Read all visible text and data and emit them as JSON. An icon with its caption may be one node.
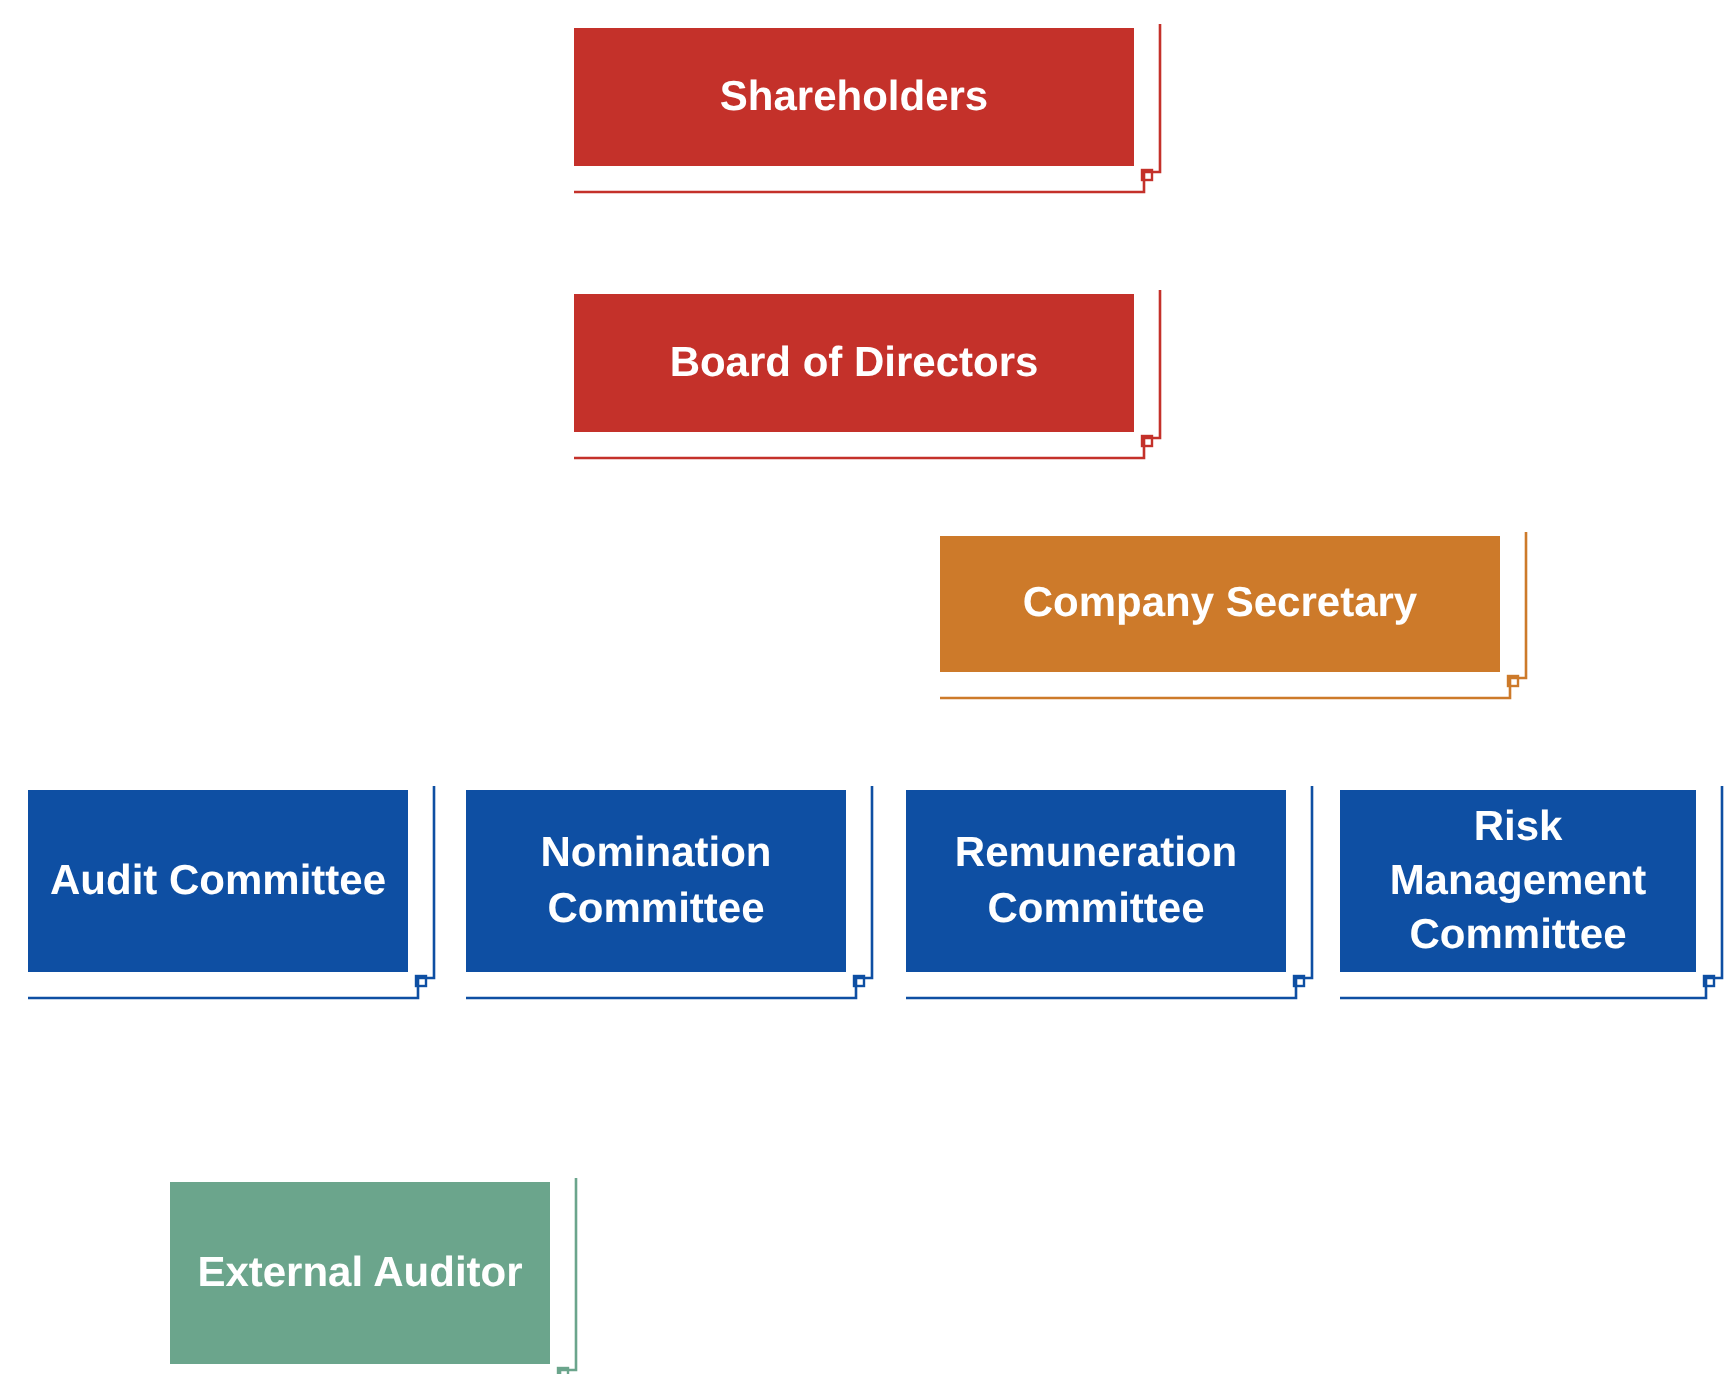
{
  "diagram": {
    "nodes": [
      {
        "text": [
          "Shareholders"
        ]
      },
      {
        "text": [
          "Board of Directors"
        ]
      },
      {
        "text": [
          "Company Secretary"
        ]
      },
      {
        "text": [
          "Audit Committee"
        ]
      },
      {
        "text": [
          "Nomination Committee"
        ]
      },
      {
        "text": [
          "Remuneration Committee"
        ]
      },
      {
        "text": [
          "Risk Management Committee"
        ]
      },
      {
        "text": [
          "External Auditor"
        ]
      }
    ]
  }
}
